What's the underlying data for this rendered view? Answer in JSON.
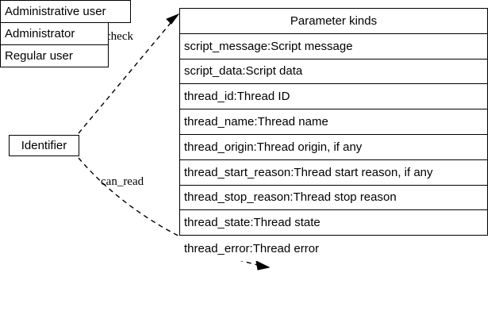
{
  "diagram": {
    "type": "graphviz-record-diagram",
    "background_color": "#ffffff",
    "line_color": "#000000",
    "text_color": "#000000",
    "nodes": {
      "identifier": {
        "label": "Identifier",
        "shape": "box"
      },
      "parameter_kinds": {
        "title": "Parameter kinds",
        "rows": [
          "script_message:Script message",
          "script_data:Script data",
          "thread_id:Thread ID",
          "thread_name:Thread name",
          "thread_origin:Thread origin, if any",
          "thread_start_reason:Thread start reason, if any",
          "thread_stop_reason:Thread stop reason",
          "thread_state:Thread state",
          "thread_error:Thread error"
        ]
      },
      "administrative_user": {
        "rows": [
          "Administrative user",
          "Administrator",
          "Regular user"
        ]
      }
    },
    "edges": [
      {
        "label": "check",
        "from": "identifier",
        "to": "parameter_kinds",
        "style": "dashed",
        "arrowhead": "normal"
      },
      {
        "label": "can_read",
        "from": "identifier",
        "to": "administrative_user",
        "style": "dashed",
        "arrowhead": "normal"
      }
    ]
  }
}
